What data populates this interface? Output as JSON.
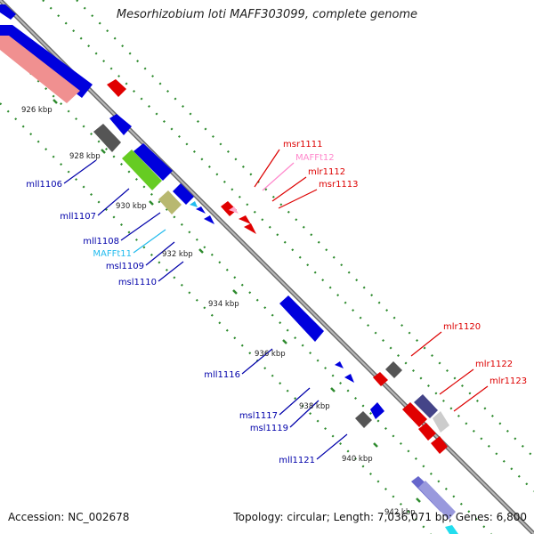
{
  "title": "Mesorhizobium loti MAFF303099, complete genome",
  "footer": {
    "accession": "Accession: NC_002678",
    "stats": "Topology: circular; Length: 7,036,071 bp; Genes: 6,800"
  },
  "colors": {
    "backbone": "#8a8a8a",
    "tick": "#2e8b2e",
    "forward_gene": "#e00000",
    "reverse_gene": "#0000dd",
    "trna": "#22bbee",
    "hypothetical": "#555555"
  },
  "kbp_labels": [
    "926 kbp",
    "928 kbp",
    "930 kbp",
    "932 kbp",
    "934 kbp",
    "936 kbp",
    "938 kbp",
    "940 kbp",
    "942 kbp"
  ],
  "gene_labels": [
    {
      "text": "msr1111",
      "color": "#dd0000"
    },
    {
      "text": "MAFFt12",
      "color": "#ff88cc"
    },
    {
      "text": "mlr1112",
      "color": "#dd0000"
    },
    {
      "text": "msr1113",
      "color": "#dd0000"
    },
    {
      "text": "mll1106",
      "color": "#0000aa"
    },
    {
      "text": "mll1107",
      "color": "#0000aa"
    },
    {
      "text": "mll1108",
      "color": "#0000aa"
    },
    {
      "text": "MAFFt11",
      "color": "#22bbee"
    },
    {
      "text": "msl1109",
      "color": "#0000aa"
    },
    {
      "text": "msl1110",
      "color": "#0000aa"
    },
    {
      "text": "mlr1120",
      "color": "#dd0000"
    },
    {
      "text": "mlr1122",
      "color": "#dd0000"
    },
    {
      "text": "mlr1123",
      "color": "#dd0000"
    },
    {
      "text": "mll1116",
      "color": "#0000aa"
    },
    {
      "text": "msl1117",
      "color": "#0000aa"
    },
    {
      "text": "msl1119",
      "color": "#0000aa"
    },
    {
      "text": "mll1121",
      "color": "#0000aa"
    }
  ]
}
